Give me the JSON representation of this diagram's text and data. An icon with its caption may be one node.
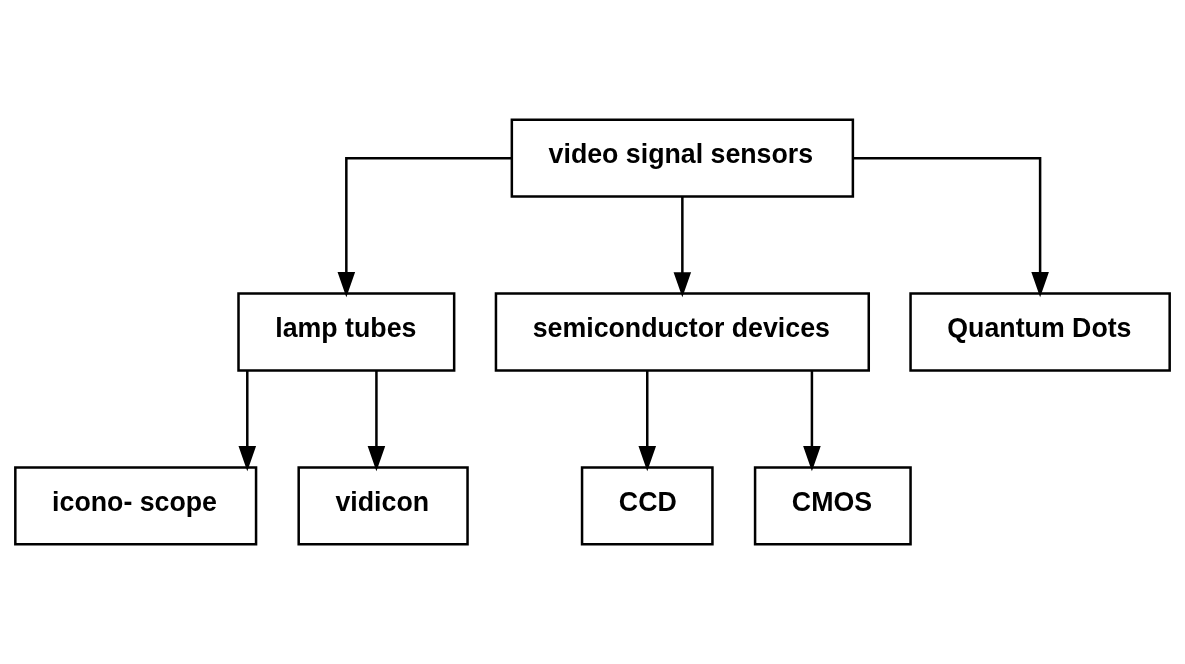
{
  "diagram": {
    "nodes": [
      {
        "text": [
          "video signal sensors"
        ]
      },
      {
        "text": [
          "lamp tubes"
        ]
      },
      {
        "text": [
          "semiconductor devices"
        ]
      },
      {
        "text": [
          "Quantum Dots"
        ]
      },
      {
        "text": [
          "icono- scope"
        ]
      },
      {
        "text": [
          "vidicon"
        ]
      },
      {
        "text": [
          "CCD"
        ]
      },
      {
        "text": [
          "CMOS"
        ]
      }
    ],
    "edges": [
      {
        "from": 0,
        "to": 1,
        "arrow": "to"
      },
      {
        "from": 0,
        "to": 2,
        "arrow": "to"
      },
      {
        "from": 0,
        "to": 3,
        "arrow": "to"
      },
      {
        "from": 1,
        "to": 4,
        "arrow": "to"
      },
      {
        "from": 1,
        "to": 5,
        "arrow": "to"
      },
      {
        "from": 2,
        "to": 6,
        "arrow": "to"
      },
      {
        "from": 2,
        "to": 7,
        "arrow": "to"
      }
    ]
  }
}
